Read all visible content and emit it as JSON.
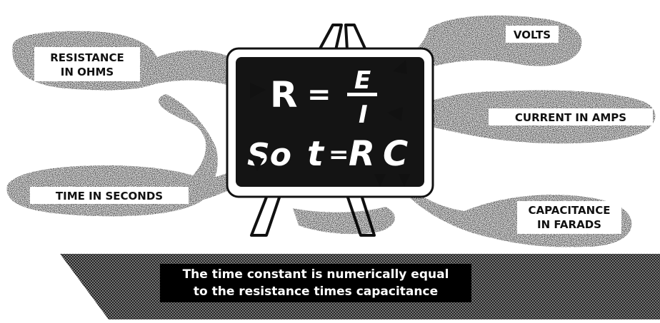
{
  "labels": {
    "resistance": [
      "RESISTANCE",
      "IN OHMS"
    ],
    "volts": "VOLTS",
    "current": "CURRENT IN AMPS",
    "time": "TIME IN SECONDS",
    "capacitance": [
      "CAPACITANCE",
      "IN FARADS"
    ]
  },
  "formula": {
    "line1_left": "R",
    "equals": "=",
    "numerator": "E",
    "denominator": "I",
    "line2_so": "So",
    "line2_t": "t",
    "line2_equals": "=",
    "line2_r": "R",
    "line2_c": "C"
  },
  "caption": [
    "The time constant is numerically equal",
    "to the resistance times capacitance"
  ]
}
